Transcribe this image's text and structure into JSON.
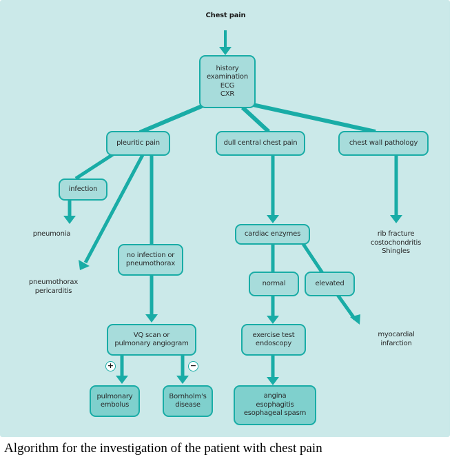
{
  "diagram": {
    "title": "Chest pain",
    "colors": {
      "background": "#cbe9e9",
      "node_fill": "#a7dcdb",
      "node_fill_dark": "#7fd0cd",
      "connector": "#19aca6"
    },
    "nodes": {
      "assessment": "history\nexamination\nECG\nCXR",
      "pleuritic": "pleuritic pain",
      "dull_central": "dull central chest pain",
      "chest_wall": "chest wall pathology",
      "infection": "infection",
      "no_infection": "no infection or\npneumothorax",
      "vq_scan": "VQ scan or\npulmonary angiogram",
      "pulmonary_embolus": "pulmonary\nembolus",
      "bornholm": "Bornholm's\ndisease",
      "cardiac_enzymes": "cardiac enzymes",
      "normal": "normal",
      "elevated": "elevated",
      "exercise_test": "exercise test\nendoscopy",
      "angina": "angina\nesophagitis\nesophageal spasm"
    },
    "outcomes": {
      "pneumonia": "pneumonia",
      "pneumothorax": "pneumothorax\npericarditis",
      "chest_wall_dx": "rib fracture\ncostochondritis\nShingles",
      "mi": "myocardial infarction"
    },
    "signs": {
      "positive": "+",
      "negative": "−"
    }
  },
  "caption": "Algorithm for the investigation of the patient with chest pain"
}
